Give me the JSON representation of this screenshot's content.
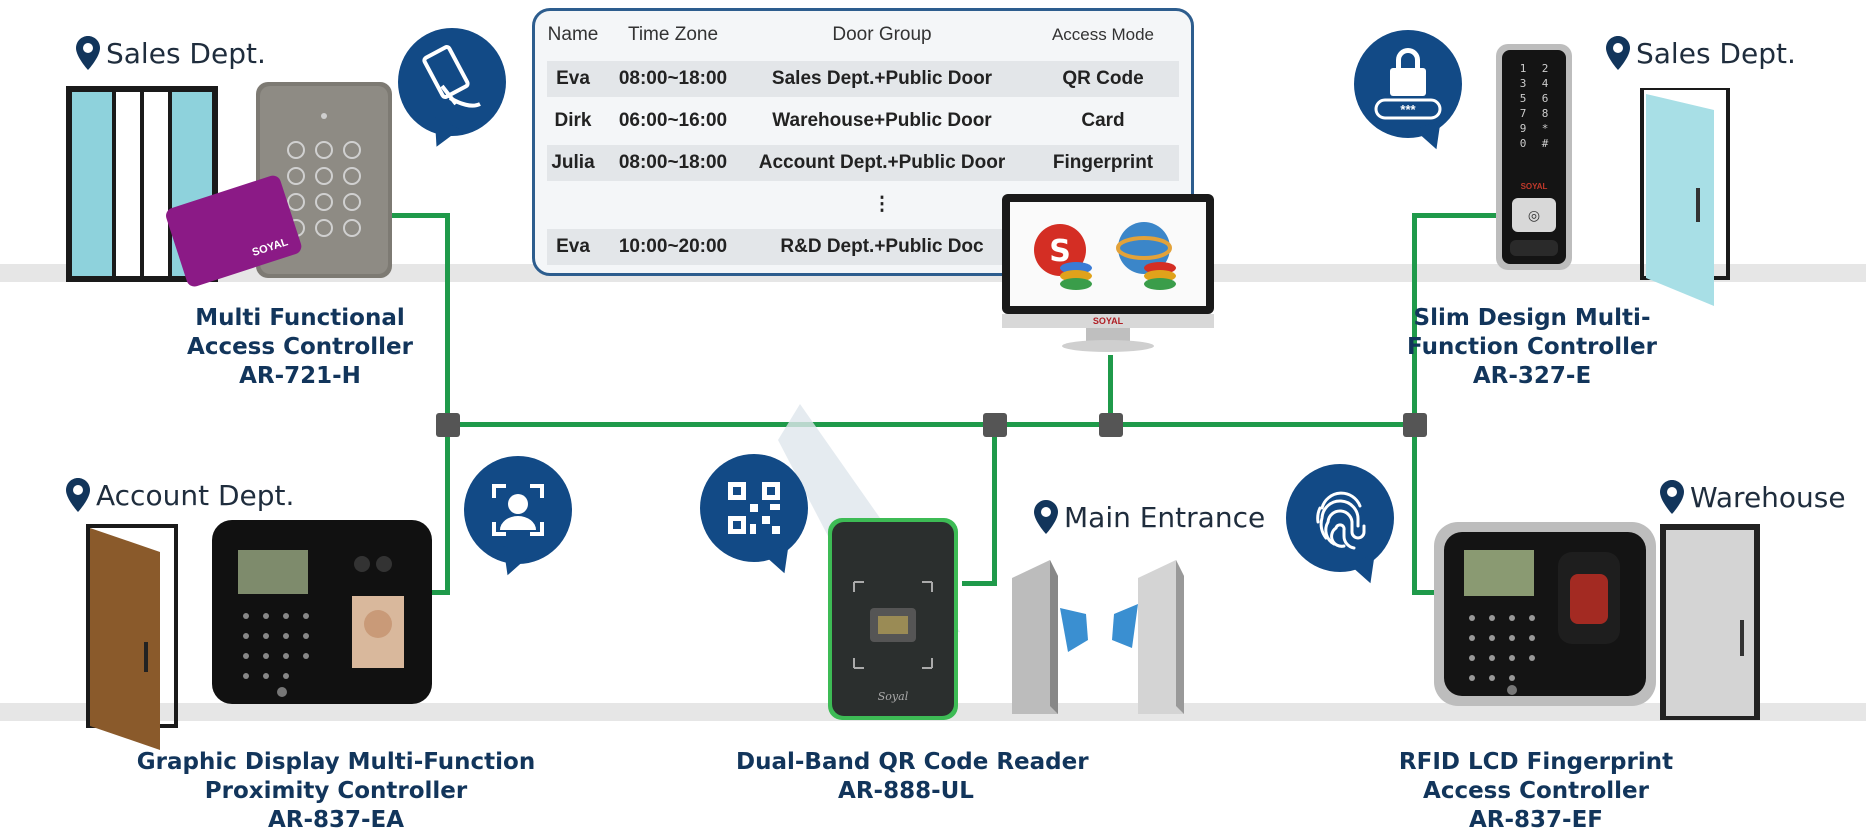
{
  "table": {
    "columns": [
      "Name",
      "Time Zone",
      "Door Group",
      "Access Mode"
    ],
    "rows": [
      [
        "Eva",
        "08:00~18:00",
        "Sales Dept.+Public Door",
        "QR Code"
      ],
      [
        "Dirk",
        "06:00~16:00",
        "Warehouse+Public Door",
        "Card"
      ],
      [
        "Julia",
        "08:00~18:00",
        "Account Dept.+Public Door",
        "Fingerprint"
      ],
      [
        "",
        "",
        "⋮",
        ""
      ],
      [
        "Eva",
        "10:00~20:00",
        "R&D Dept.+Public Doc",
        ""
      ]
    ]
  },
  "locations": {
    "sales_left": "Sales Dept.",
    "sales_right": "Sales Dept.",
    "account": "Account Dept.",
    "main_entrance": "Main Entrance",
    "warehouse": "Warehouse"
  },
  "devices": {
    "ar721": [
      "Multi Functional",
      "Access Controller",
      "AR-721-H"
    ],
    "ar327": [
      "Slim Design Multi-",
      "Function Controller",
      "AR-327-E"
    ],
    "ar837ea": [
      "Graphic Display Multi-Function",
      "Proximity Controller",
      "AR-837-EA"
    ],
    "ar888": [
      "Dual-Band QR Code Reader",
      "AR-888-UL"
    ],
    "ar837ef": [
      "RFID LCD Fingerprint",
      "Access Controller",
      "AR-837-EF"
    ]
  },
  "brand": {
    "card_logo": "SOYAL",
    "monitor_logo": "SOYAL",
    "controller_logo": "SOYAL",
    "reader_logo": "Soyal"
  },
  "keypad_keys": [
    "1",
    "2",
    "3",
    "4",
    "5",
    "6",
    "7",
    "8",
    "9",
    "*",
    "0",
    "#"
  ],
  "badge": "***",
  "icons": [
    "location-pin-icon",
    "card-swipe-icon",
    "password-lock-icon",
    "face-recognition-icon",
    "qr-code-icon",
    "fingerprint-icon"
  ],
  "colors": {
    "wire": "#1f9a4a",
    "bubble": "#124a86",
    "label": "#12355b",
    "card": "#8b1a86"
  }
}
